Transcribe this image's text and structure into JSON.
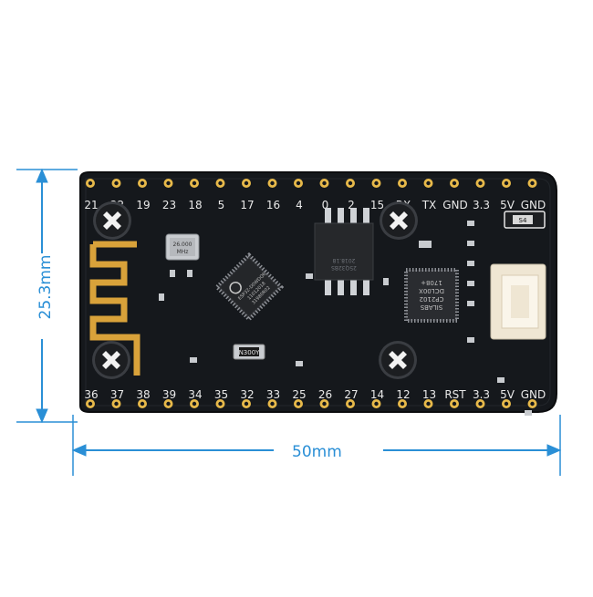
{
  "dimensions": {
    "height_label": "25.3mm",
    "width_label": "50mm"
  },
  "top_pins": [
    "21",
    "22",
    "19",
    "23",
    "18",
    "5",
    "17",
    "16",
    "4",
    "0",
    "2",
    "15",
    "RX",
    "TX",
    "GND",
    "3.3",
    "5V",
    "GND"
  ],
  "bottom_pins": [
    "36",
    "37",
    "38",
    "39",
    "34",
    "35",
    "32",
    "33",
    "25",
    "26",
    "27",
    "14",
    "12",
    "13",
    "RST",
    "3.3",
    "5V",
    "GND"
  ],
  "chips": {
    "esp32_lines": [
      "ESP32-D0WDQ6",
      "11012018",
      "31980R02"
    ],
    "flash_lines": [
      "25Q32BS",
      "2018.18"
    ],
    "usb_lines": [
      "SILABS",
      "CP2102",
      "DCL00X",
      "1708+"
    ],
    "crystal_lines": [
      "26.000",
      "MHz"
    ],
    "small_crystal": "N300Y"
  },
  "components": {
    "switch_label": "S4"
  },
  "colors": {
    "pcb": "#15181c",
    "pad": "#e7b94a",
    "dim": "#2a8fd6",
    "silk": "#e9e9e9"
  }
}
